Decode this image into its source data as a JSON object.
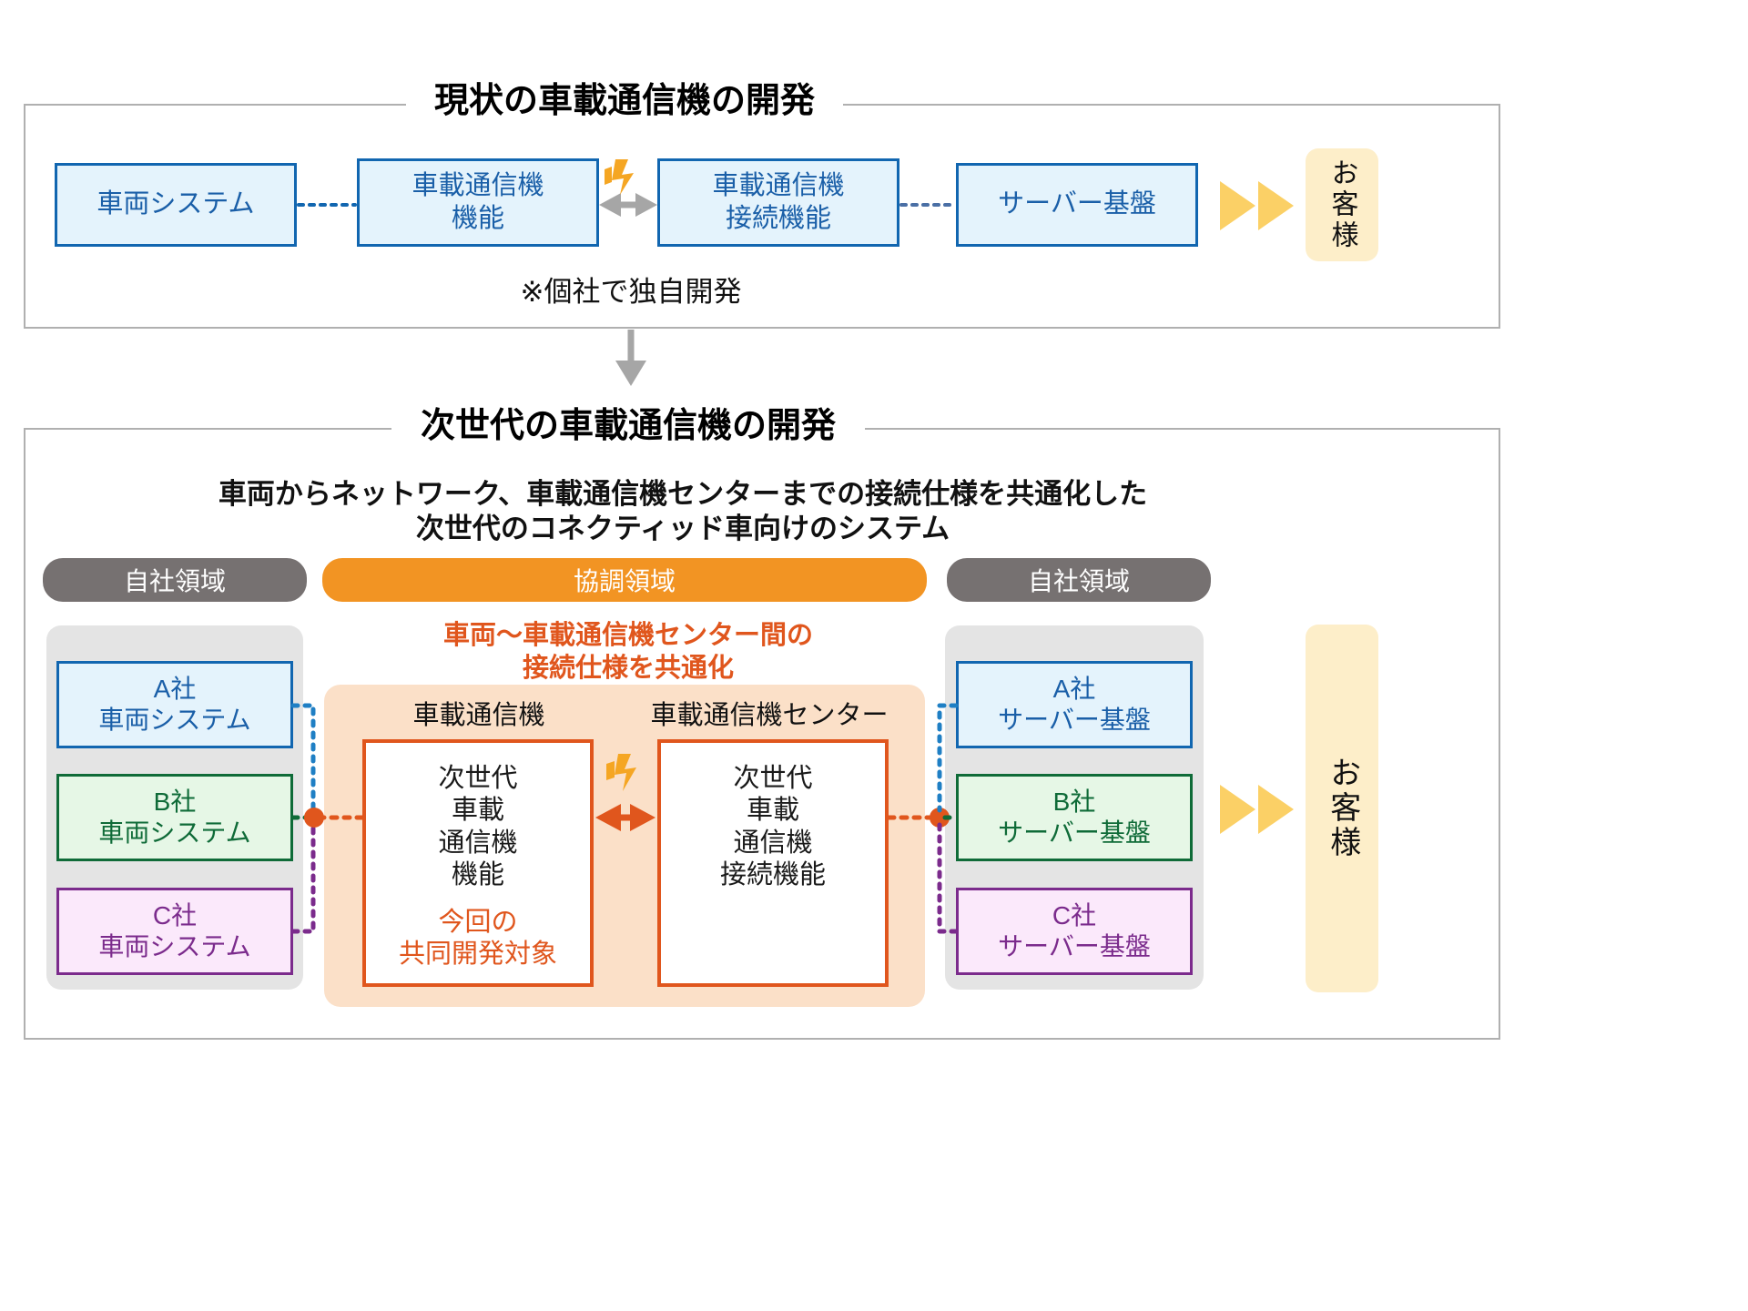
{
  "current": {
    "frame_title": "現状の車載通信機の開発",
    "boxes": [
      {
        "label": "車両システム"
      },
      {
        "label": "車載通信機\n機能"
      },
      {
        "label": "車載通信機\n接続機能"
      },
      {
        "label": "サーバー基盤"
      }
    ],
    "note": "※個社で独自開発",
    "customer": "お客様",
    "wireless_icon": "wireless-spark-icon",
    "link_icon": "double-arrow-icon"
  },
  "nextgen": {
    "frame_title": "次世代の車載通信機の開発",
    "subtitle_line1": "車両からネットワーク、車載通信機センターまでの接続仕様を共通化した",
    "subtitle_line2": "次世代のコネクティッド車向けのシステム",
    "pill_left": "自社領域",
    "pill_center": "協調領域",
    "pill_right": "自社領域",
    "common_note_line1": "車両～車載通信機センター間の",
    "common_note_line2": "接続仕様を共通化",
    "left_boxes": [
      {
        "company": "A社",
        "system": "車両システム",
        "color": "#1166b0"
      },
      {
        "company": "B社",
        "system": "車両システム",
        "color": "#0f6b38"
      },
      {
        "company": "C社",
        "system": "車両システム",
        "color": "#7b2b8c"
      }
    ],
    "right_boxes": [
      {
        "company": "A社",
        "system": "サーバー基盤",
        "color": "#1166b0"
      },
      {
        "company": "B社",
        "system": "サーバー基盤",
        "color": "#0f6b38"
      },
      {
        "company": "C社",
        "system": "サーバー基盤",
        "color": "#7b2b8c"
      }
    ],
    "center_left": {
      "caption": "車載通信機",
      "lines": [
        "次世代",
        "車載",
        "通信機",
        "機能"
      ],
      "highlight_line1": "今回の",
      "highlight_line2": "共同開発対象"
    },
    "center_right": {
      "caption": "車載通信機センター",
      "lines": [
        "次世代",
        "車載",
        "通信機",
        "接続機能"
      ]
    },
    "customer": "お客様"
  },
  "colors": {
    "accent_orange": "#e0561d",
    "band_orange": "#f29423",
    "gray_pill": "#767171",
    "frame_border": "#b0b0b0",
    "customer_fill": "#fdeec9",
    "arrow_yellow": "#fbd066"
  }
}
